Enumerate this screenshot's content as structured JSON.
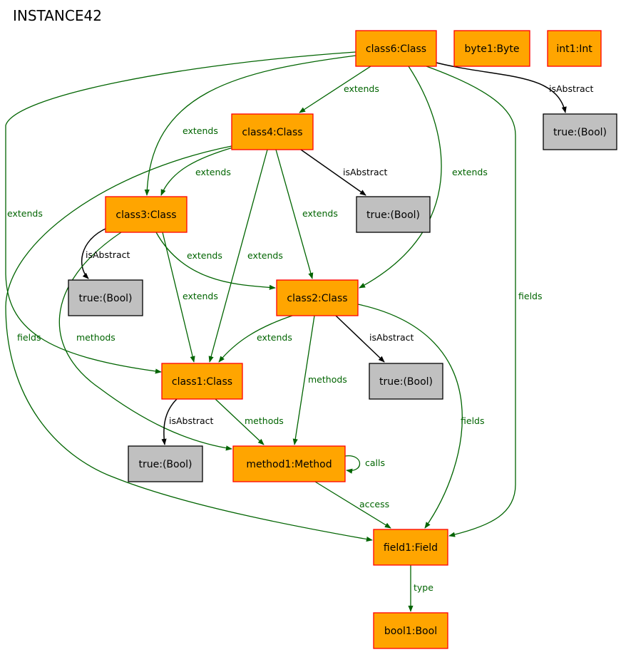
{
  "title": "INSTANCE42",
  "colors": {
    "object_fill": "#ffa500",
    "object_stroke": "#ff0000",
    "value_fill": "#c0c0c0",
    "value_stroke": "#000000",
    "ref_edge": "#006400",
    "attr_edge": "#000000"
  },
  "nodes": [
    {
      "id": "class6",
      "label": "class6:Class",
      "kind": "object"
    },
    {
      "id": "byte1",
      "label": "byte1:Byte",
      "kind": "object"
    },
    {
      "id": "int1",
      "label": "int1:Int",
      "kind": "object"
    },
    {
      "id": "true6",
      "label": "true:(Bool)",
      "kind": "value"
    },
    {
      "id": "class4",
      "label": "class4:Class",
      "kind": "object"
    },
    {
      "id": "class3",
      "label": "class3:Class",
      "kind": "object"
    },
    {
      "id": "true4",
      "label": "true:(Bool)",
      "kind": "value"
    },
    {
      "id": "true3",
      "label": "true:(Bool)",
      "kind": "value"
    },
    {
      "id": "class2",
      "label": "class2:Class",
      "kind": "object"
    },
    {
      "id": "class1",
      "label": "class1:Class",
      "kind": "object"
    },
    {
      "id": "true2",
      "label": "true:(Bool)",
      "kind": "value"
    },
    {
      "id": "true1",
      "label": "true:(Bool)",
      "kind": "value"
    },
    {
      "id": "method1",
      "label": "method1:Method",
      "kind": "object"
    },
    {
      "id": "field1",
      "label": "field1:Field",
      "kind": "object"
    },
    {
      "id": "bool1",
      "label": "bool1:Bool",
      "kind": "object"
    }
  ],
  "edges": [
    {
      "id": "e-c6-c4-extends",
      "label": "extends",
      "kind": "ref"
    },
    {
      "id": "e-c6-c3-extends",
      "label": "extends",
      "kind": "ref"
    },
    {
      "id": "e-c6-c1-extends",
      "label": "extends",
      "kind": "ref"
    },
    {
      "id": "e-c6-c2-extends",
      "label": "extends",
      "kind": "ref"
    },
    {
      "id": "e-c6-f1-fields",
      "label": "fields",
      "kind": "ref"
    },
    {
      "id": "e-c6-t6-isabstract",
      "label": "isAbstract",
      "kind": "attr"
    },
    {
      "id": "e-c4-c3-extends",
      "label": "extends",
      "kind": "ref"
    },
    {
      "id": "e-c4-c2-extends",
      "label": "extends",
      "kind": "ref"
    },
    {
      "id": "e-c4-c1-extends",
      "label": "extends",
      "kind": "ref"
    },
    {
      "id": "e-c4-t4-isabstract",
      "label": "isAbstract",
      "kind": "attr"
    },
    {
      "id": "e-c4-f1-fields",
      "label": "fields",
      "kind": "ref"
    },
    {
      "id": "e-c3-t3-isabstract",
      "label": "isAbstract",
      "kind": "attr"
    },
    {
      "id": "e-c3-c2-extends",
      "label": "extends",
      "kind": "ref"
    },
    {
      "id": "e-c3-c1-extends",
      "label": "extends",
      "kind": "ref"
    },
    {
      "id": "e-c3-m1-methods",
      "label": "methods",
      "kind": "ref"
    },
    {
      "id": "e-c2-c1-extends",
      "label": "extends",
      "kind": "ref"
    },
    {
      "id": "e-c2-m1-methods",
      "label": "methods",
      "kind": "ref"
    },
    {
      "id": "e-c2-t2-isabstract",
      "label": "isAbstract",
      "kind": "attr"
    },
    {
      "id": "e-c2-f1-fields",
      "label": "fields",
      "kind": "ref"
    },
    {
      "id": "e-c1-t1-isabstract",
      "label": "isAbstract",
      "kind": "attr"
    },
    {
      "id": "e-c1-m1-methods",
      "label": "methods",
      "kind": "ref"
    },
    {
      "id": "e-m1-m1-calls",
      "label": "calls",
      "kind": "ref"
    },
    {
      "id": "e-m1-f1-access",
      "label": "access",
      "kind": "ref"
    },
    {
      "id": "e-f1-b1-type",
      "label": "type",
      "kind": "ref"
    }
  ]
}
